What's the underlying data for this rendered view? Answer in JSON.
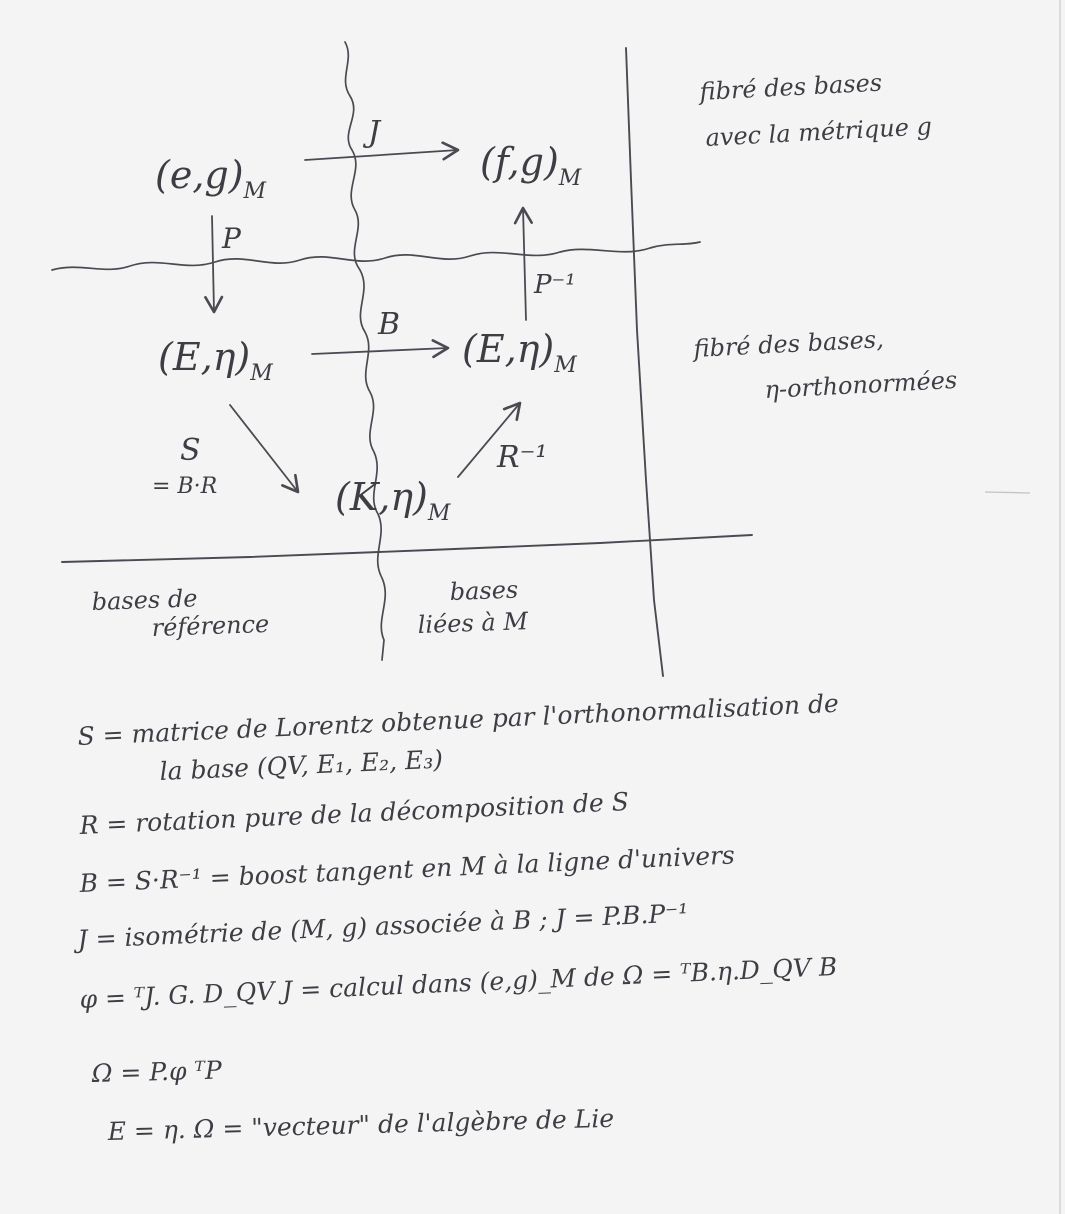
{
  "diagram": {
    "nodes": {
      "eg": {
        "main": "(e,g)",
        "sub": "M"
      },
      "fg": {
        "main": "(f,g)",
        "sub": "M"
      },
      "E_left": {
        "main": "(E,η)",
        "sub": "M"
      },
      "E_right": {
        "main": "(E,η)",
        "sub": "M"
      },
      "K": {
        "main": "(K,η)",
        "sub": "M"
      }
    },
    "arrows": {
      "J": "J",
      "P": "P",
      "P_inv": "P⁻¹",
      "B": "B",
      "S": "S",
      "S_eq": "= B·R",
      "R_inv": "R⁻¹"
    },
    "region_labels": {
      "fibre_metric_line1": "fibré des bases",
      "fibre_metric_line2": "avec la métrique g",
      "fibre_ortho_line1": "fibré des bases,",
      "fibre_ortho_line2": "η-orthonormées",
      "ref_line1": "bases de",
      "ref_line2": "référence",
      "linked_line1": "bases",
      "linked_line2": "liées à M"
    }
  },
  "notes": [
    "S = matrice de Lorentz obtenue par l'orthonormalisation de",
    "la base (QV, E₁, E₂, E₃)",
    "R = rotation pure de la décomposition de S",
    "B = S·R⁻¹ = boost tangent en M à la ligne d'univers",
    "J = isométrie de (M, g) associée à B ; J = P.B.P⁻¹",
    "φ = ᵀJ. G. D_QV J = calcul dans (e,g)_M de Ω = ᵀB.η.D_QV B",
    "Ω = P.φ ᵀP",
    "E = η. Ω = \"vecteur\" de l'algèbre de Lie"
  ]
}
